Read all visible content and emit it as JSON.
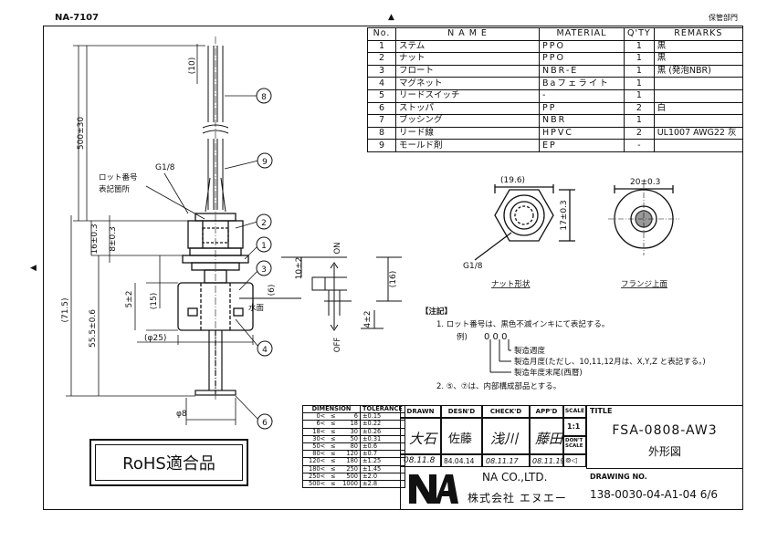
{
  "header": {
    "doc_no": "NA-7107",
    "keep_dept": "保管部門"
  },
  "parts_table": {
    "headers": [
      "No.",
      "N A M E",
      "MATERIAL",
      "Q'TY",
      "REMARKS"
    ],
    "rows": [
      [
        "1",
        "ステム",
        "PPO",
        "1",
        "黒"
      ],
      [
        "2",
        "ナット",
        "PPO",
        "1",
        "黒"
      ],
      [
        "3",
        "フロート",
        "NBR-E",
        "1",
        "黒 (発泡NBR)"
      ],
      [
        "4",
        "マグネット",
        "Baフェライト",
        "1",
        ""
      ],
      [
        "5",
        "リードスイッチ",
        "-",
        "1",
        ""
      ],
      [
        "6",
        "ストッパ",
        "PP",
        "2",
        "白"
      ],
      [
        "7",
        "ブッシング",
        "NBR",
        "1",
        ""
      ],
      [
        "8",
        "リード線",
        "HPVC",
        "2",
        "UL1007 AWG22 灰"
      ],
      [
        "9",
        "モールド剤",
        "EP",
        "-",
        ""
      ]
    ]
  },
  "drawing": {
    "dims": {
      "d10": "(10)",
      "d500": "500±30",
      "d16": "16±0.3",
      "d8": "8±0.3",
      "d715": "(71.5)",
      "d555": "55.5±0.6",
      "d52": "5±2",
      "d15": "(15)",
      "d25": "(φ25)",
      "d6": "(6)",
      "d102": "10±2",
      "d42": "4±2",
      "d16b": "(16)",
      "dphi8": "φ8",
      "g18": "G1/8",
      "d196": "(19.6)",
      "d17": "17±0.3",
      "d20": "20±0.3",
      "g18b": "G1/8"
    },
    "labels": {
      "lot_label_1": "ロット番号",
      "lot_label_2": "表記箇所",
      "on": "ON",
      "off": "OFF",
      "water": "水面",
      "nut_view": "ナット形状",
      "flange_view": "フランジ上面"
    },
    "callouts": [
      "8",
      "9",
      "2",
      "1",
      "3",
      "4",
      "6"
    ]
  },
  "notes": {
    "head": "【注記】",
    "n1": "1.  ロット番号は、黒色不滅インキにて表記する。",
    "ex": "例)",
    "digits": "0 0 0",
    "l1": "製造週度",
    "l2": "製造月度(ただし、10,11,12月は、X,Y,Z と表記する。)",
    "l3": "製造年度末尾(西暦)",
    "n2": "2.  ⑤、⑦は、内部構成部品とする。"
  },
  "tolerance": {
    "headers": [
      "DIMENSION",
      "TOLERANCE"
    ],
    "rows": [
      [
        "0<",
        "≤",
        "6",
        "±0.15"
      ],
      [
        "6<",
        "≤",
        "18",
        "±0.22"
      ],
      [
        "18<",
        "≤",
        "30",
        "±0.26"
      ],
      [
        "30<",
        "≤",
        "50",
        "±0.31"
      ],
      [
        "50<",
        "≤",
        "80",
        "±0.6"
      ],
      [
        "80<",
        "≤",
        "120",
        "±0.7"
      ],
      [
        "120<",
        "≤",
        "180",
        "±1.25"
      ],
      [
        "180<",
        "≤",
        "250",
        "±1.45"
      ],
      [
        "250<",
        "≤",
        "500",
        "±2.0"
      ],
      [
        "500<",
        "≤",
        "1000",
        "±2.8"
      ]
    ]
  },
  "title_block": {
    "drawn": "DRAWN",
    "desnd": "DESN'D",
    "checkd": "CHECK'D",
    "appd": "APP'D",
    "scale": "SCALE",
    "scale_val": "1:1",
    "dont_scale": "DON'T SCALE",
    "drawn_sig": "大石",
    "desnd_sig": "佐藤",
    "checkd_sig": "浅川",
    "appd_sig": "藤田",
    "date1": "08.11.8",
    "date2": "84.04.14",
    "date3": "08.11.17",
    "date4": "08.11.19",
    "title_label": "TITLE",
    "title": "FSA-0808-AW3",
    "subtitle": "外形図",
    "company_en": "NA CO.,LTD.",
    "company_jp": "株式会社  エヌエー",
    "logo": "NA",
    "drawing_no_label": "DRAWING NO.",
    "drawing_no": "138-0030-04-A1-04  6/6"
  },
  "rohs": "RoHS適合品"
}
